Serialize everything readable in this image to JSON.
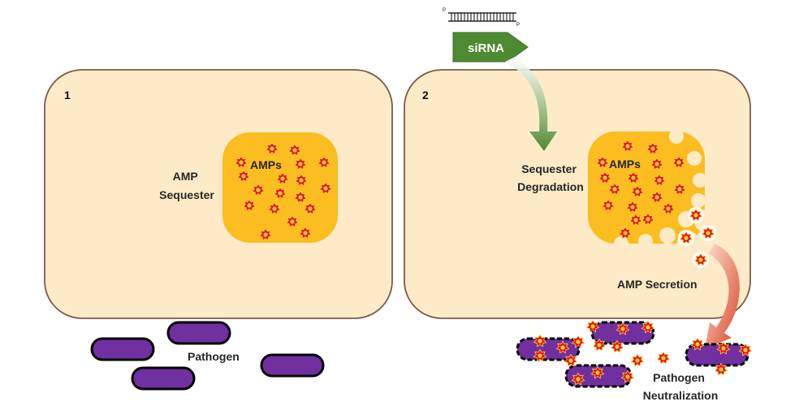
{
  "panel1": {
    "number": "1",
    "sequester_label_line1": "AMP",
    "sequester_label_line2": "Sequester",
    "vesicle_label": "AMPs",
    "pathogen_label": "Pathogen"
  },
  "panel2": {
    "number": "2",
    "sirna_label": "siRNA",
    "strand_end_top": "P",
    "strand_end_bottom": "P",
    "degradation_label_line1": "Sequester",
    "degradation_label_line2": "Degradation",
    "vesicle_label": "AMPs",
    "secretion_label": "AMP Secretion",
    "neutralization_label_line1": "Pathogen",
    "neutralization_label_line2": "Neutralization"
  },
  "colors": {
    "cell_fill": "#fdebc8",
    "cell_stroke": "#7a5a46",
    "vesicle": "#fbbd1f",
    "amp_star": "#e8121a",
    "pathogen": "#7030a0",
    "sirna_arrow": "#4e8a2f"
  }
}
